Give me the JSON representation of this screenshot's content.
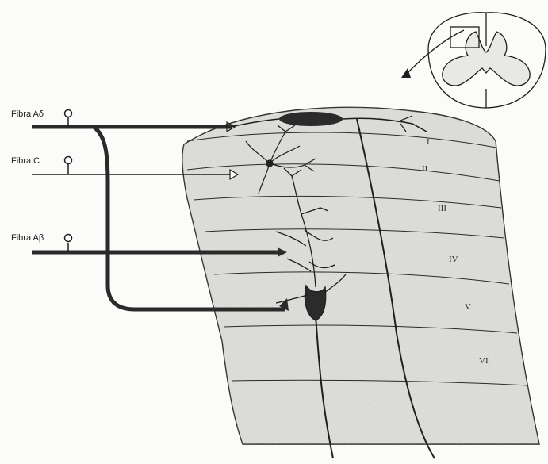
{
  "fibers": [
    {
      "id": "adelta",
      "label": "Fibra Aδ"
    },
    {
      "id": "c",
      "label": "Fibra C"
    },
    {
      "id": "abeta",
      "label": "Fibra Aβ"
    }
  ],
  "laminae": [
    "I",
    "II",
    "III",
    "IV",
    "V",
    "VI"
  ],
  "colors": {
    "ink": "#1e1e1e",
    "tissue": "#d9d9d6",
    "background": "#fbfbf9"
  }
}
